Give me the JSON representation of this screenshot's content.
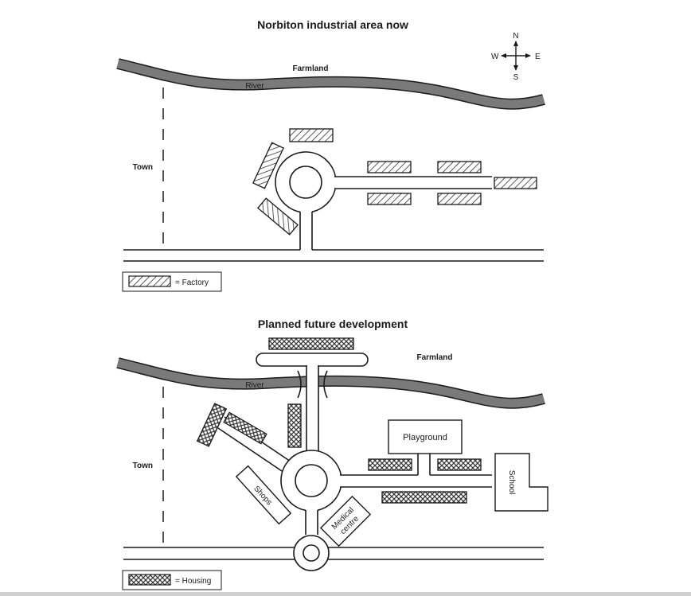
{
  "map1": {
    "title": "Norbiton industrial area now",
    "farmland": "Farmland",
    "river": "River",
    "town": "Town",
    "legend_text": "= Factory"
  },
  "map2": {
    "title": "Planned future development",
    "farmland": "Farmland",
    "river": "River",
    "town": "Town",
    "playground": "Playground",
    "school": "School",
    "shops": "Shops",
    "medical_line1": "Medical",
    "medical_line2": "centre",
    "legend_text": "= Housing"
  },
  "compass": {
    "n": "N",
    "s": "S",
    "e": "E",
    "w": "W"
  },
  "colors": {
    "river": "#7a7a7a",
    "ink": "#1a1a1a",
    "background": "#ffffff"
  }
}
